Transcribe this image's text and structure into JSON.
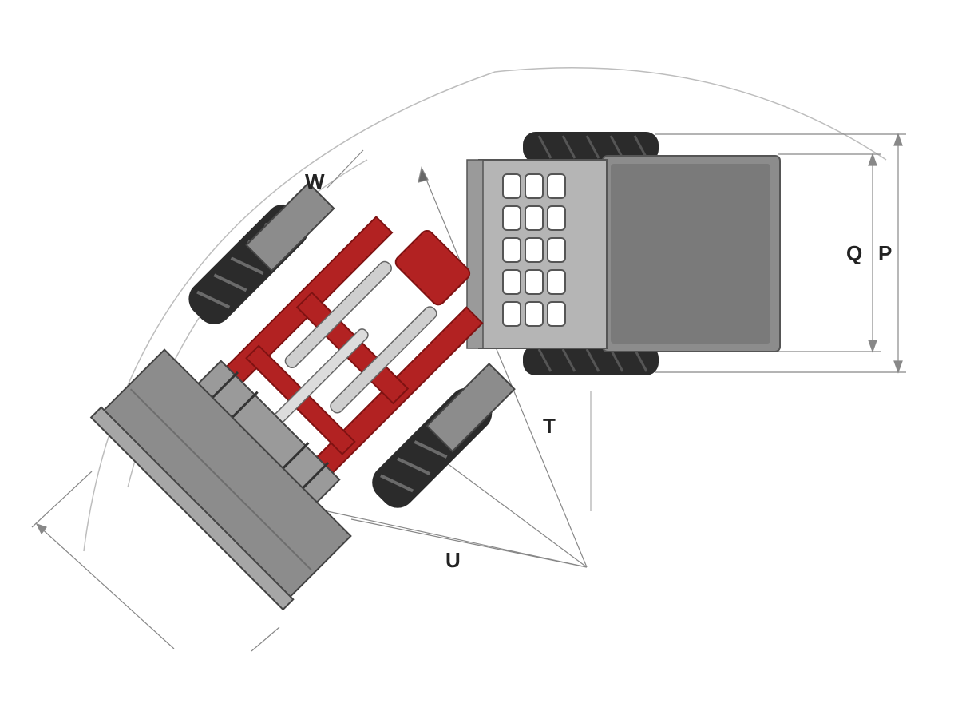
{
  "labels": {
    "w": "W",
    "q": "Q",
    "p": "P",
    "t": "T",
    "u": "U"
  },
  "colors": {
    "frame_red": "#b22222",
    "frame_red_dark": "#7f1212",
    "body_gray": "#8c8c8c",
    "body_gray_light": "#b5b5b5",
    "tire_dark": "#2b2b2b",
    "dimension_line": "#999999"
  }
}
